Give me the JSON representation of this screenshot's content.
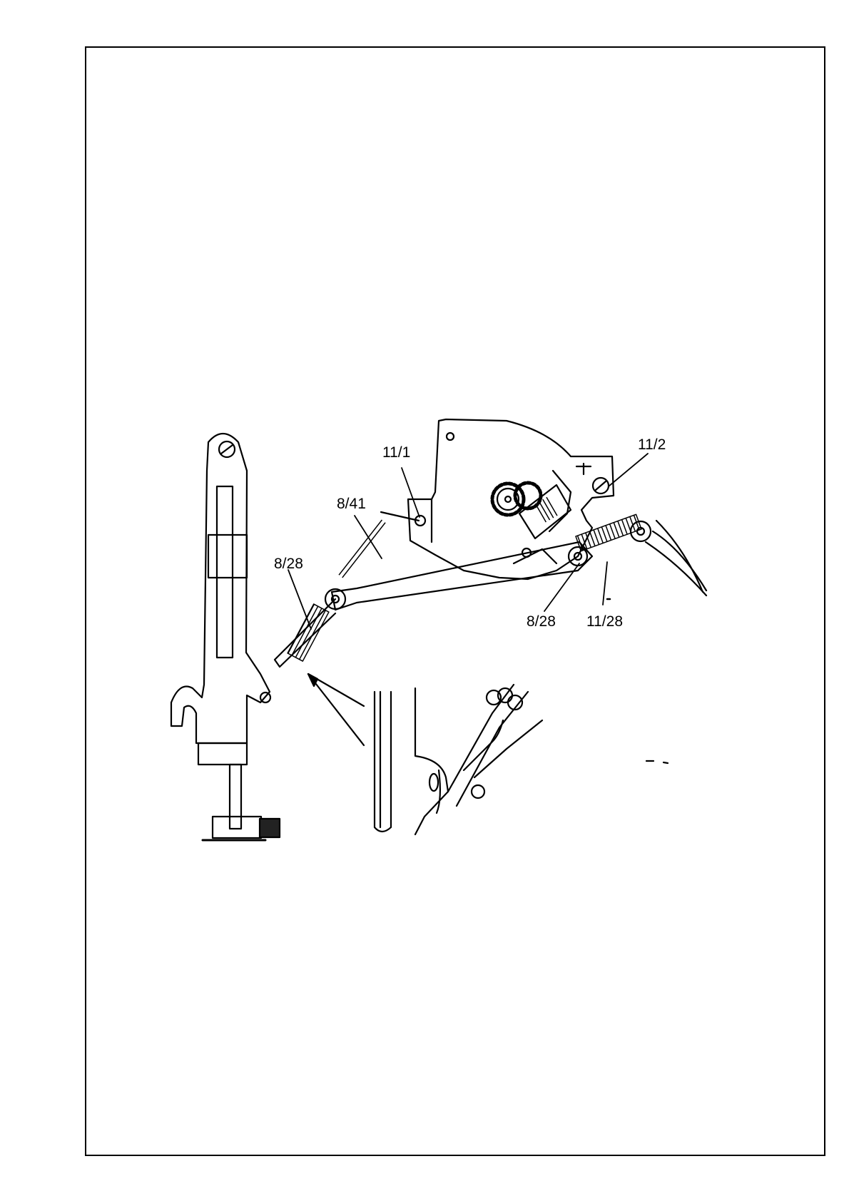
{
  "diagram": {
    "callouts": [
      {
        "id": "c1",
        "text": "11/1"
      },
      {
        "id": "c2",
        "text": "11/2"
      },
      {
        "id": "c3",
        "text": "8/41"
      },
      {
        "id": "c4",
        "text": "8/28"
      },
      {
        "id": "c5",
        "text": "8/28"
      },
      {
        "id": "c6",
        "text": "11/28"
      }
    ]
  },
  "colors": {
    "ink": "#000000",
    "paper": "#ffffff"
  }
}
